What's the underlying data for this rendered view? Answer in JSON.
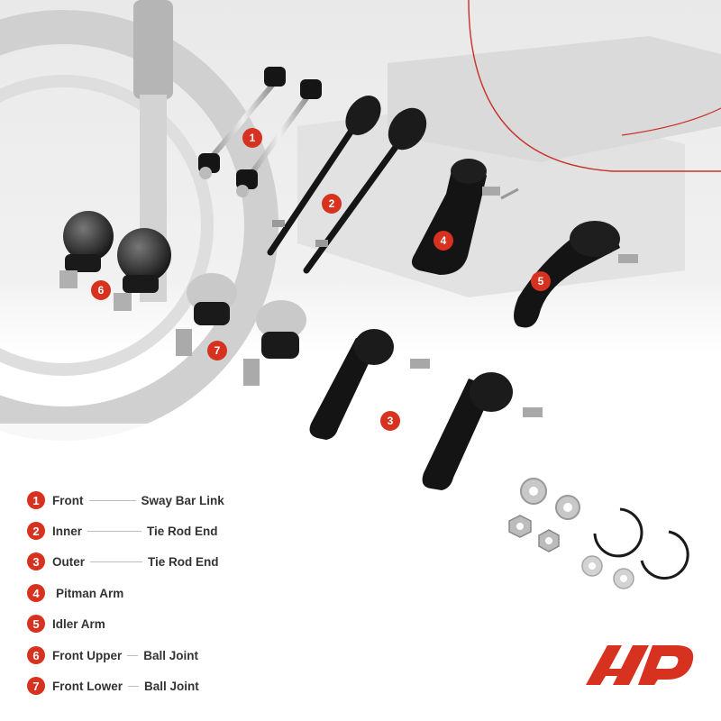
{
  "legend": [
    {
      "num": "1",
      "position": "Front",
      "part": "Sway Bar Link"
    },
    {
      "num": "2",
      "position": "Inner",
      "part": "Tie Rod End"
    },
    {
      "num": "3",
      "position": "Outer",
      "part": "Tie Rod End"
    },
    {
      "num": "4",
      "position": "Pitman Arm",
      "part": ""
    },
    {
      "num": "5",
      "position": "Idler Arm",
      "part": ""
    },
    {
      "num": "6",
      "position": "Front Upper",
      "part": "Ball Joint"
    },
    {
      "num": "7",
      "position": "Front Lower",
      "part": "Ball Joint"
    }
  ],
  "callouts": [
    "1",
    "2",
    "3",
    "4",
    "5",
    "6",
    "7"
  ],
  "colors": {
    "accent": "#d7321f",
    "text": "#333333",
    "parts": "#1b1b1b"
  },
  "logo": {
    "icon": "ap-logo-icon"
  }
}
